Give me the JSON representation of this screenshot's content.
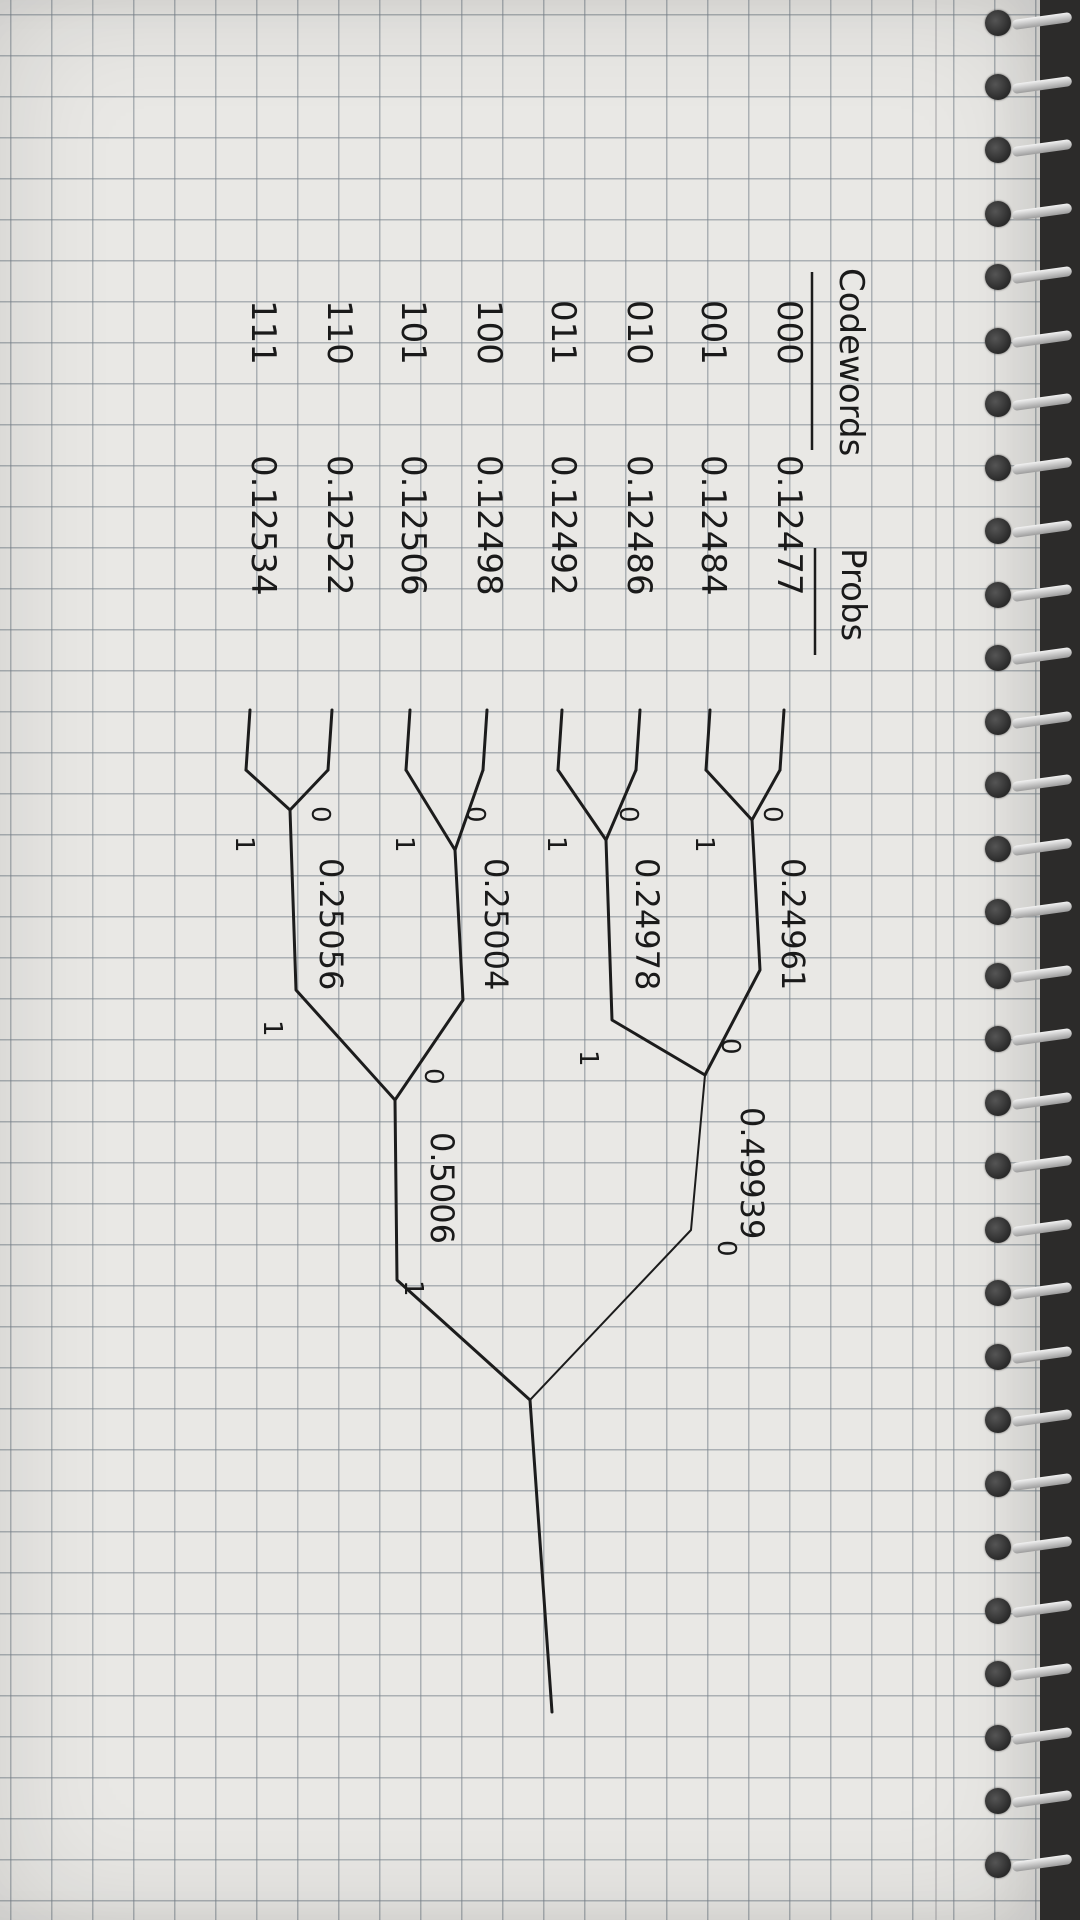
{
  "table": {
    "header_codewords": "Codewords",
    "header_probs": "Probs",
    "rows": [
      {
        "codeword": "000",
        "prob": "0.12477"
      },
      {
        "codeword": "001",
        "prob": "0.12484"
      },
      {
        "codeword": "010",
        "prob": "0.12486"
      },
      {
        "codeword": "011",
        "prob": "0.12492"
      },
      {
        "codeword": "100",
        "prob": "0.12498"
      },
      {
        "codeword": "101",
        "prob": "0.12506"
      },
      {
        "codeword": "110",
        "prob": "0.12522"
      },
      {
        "codeword": "111",
        "prob": "0.12534"
      }
    ]
  },
  "tree": {
    "level1_nodes": [
      "0.24961",
      "0.24978",
      "0.25004",
      "0.25056"
    ],
    "level2_nodes": [
      "0.49939",
      "0.5006"
    ],
    "branch_zero": "0",
    "branch_one": "1"
  },
  "colors": {
    "ink": "#1c1c1c",
    "paper": "#e9e8e5",
    "grid": "#7c8590"
  }
}
